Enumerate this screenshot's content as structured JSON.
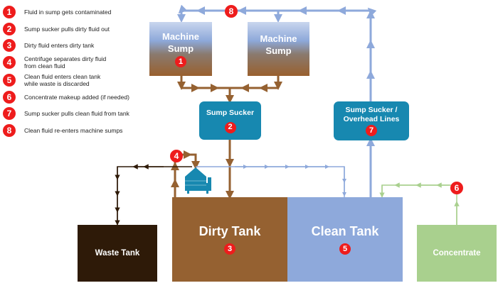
{
  "colors": {
    "badge": "#ee1c1c",
    "clean_flow": "#8ea9db",
    "dirty_flow": "#956131",
    "waste_flow": "#2e1a08",
    "concentrate_flow": "#a9d08e",
    "dirty_tank": "#956131",
    "clean_tank": "#8ea9db",
    "waste_tank": "#2e1a08",
    "concentrate_tank": "#a9d08e",
    "sump_sucker": "#1788b0"
  },
  "legend": [
    {
      "number": "1",
      "text": "Fluid in sump gets contaminated"
    },
    {
      "number": "2",
      "text": "Sump sucker pulls dirty fluid out"
    },
    {
      "number": "3",
      "text": "Dirty fluid enters dirty tank"
    },
    {
      "number": "4",
      "text": "Centrifuge separates dirty fluid\nfrom clean fluid"
    },
    {
      "number": "5",
      "text": "Clean fluid enters clean tank\nwhile waste is discarded"
    },
    {
      "number": "6",
      "text": "Concentrate makeup added (if needed)"
    },
    {
      "number": "7",
      "text": "Sump sucker pulls clean fluid from tank"
    },
    {
      "number": "8",
      "text": "Clean fluid re-enters machine sumps"
    }
  ],
  "nodes": {
    "machine_sump_left": {
      "label": "Machine\nSump",
      "badge": "1"
    },
    "machine_sump_right": {
      "label": "Machine\nSump"
    },
    "sump_sucker": {
      "label": "Sump Sucker",
      "badge": "2"
    },
    "overhead": {
      "label": "Sump Sucker /\nOverhead Lines",
      "badge": "7"
    },
    "dirty_tank": {
      "label": "Dirty Tank",
      "badge": "3"
    },
    "clean_tank": {
      "label": "Clean Tank",
      "badge": "5"
    },
    "waste_tank": {
      "label": "Waste Tank"
    },
    "concentrate": {
      "label": "Concentrate"
    },
    "centrifuge": {
      "icon": "centrifuge-icon",
      "badge": "4"
    },
    "return_line": {
      "badge": "8"
    },
    "makeup_line": {
      "badge": "6"
    }
  }
}
